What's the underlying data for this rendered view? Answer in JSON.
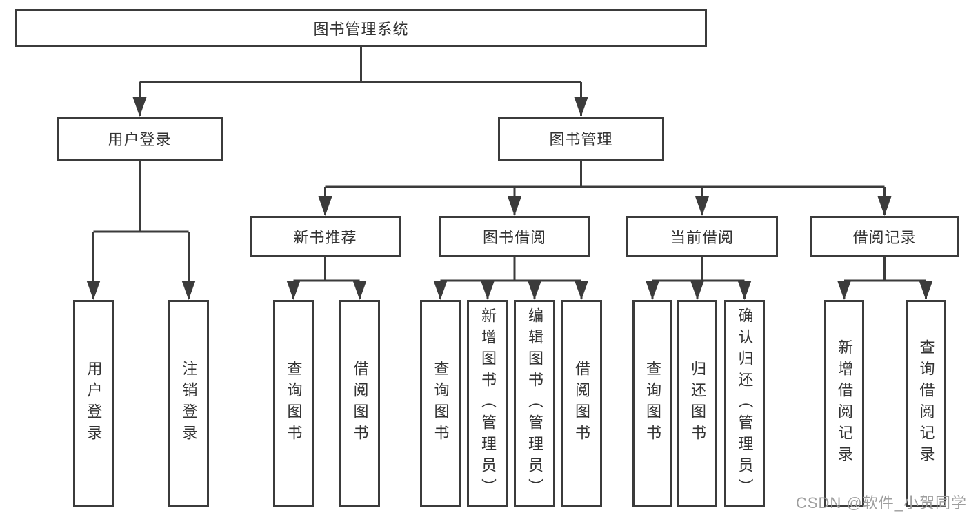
{
  "tree": {
    "label": "图书管理系统",
    "children": [
      {
        "label": "用户登录",
        "children": [
          {
            "label": "用户登录"
          },
          {
            "label": "注销登录"
          }
        ]
      },
      {
        "label": "图书管理",
        "children": [
          {
            "label": "新书推荐",
            "children": [
              {
                "label": "查询图书"
              },
              {
                "label": "借阅图书"
              }
            ]
          },
          {
            "label": "图书借阅",
            "children": [
              {
                "label": "查询图书"
              },
              {
                "label": "新增图书（管理员）"
              },
              {
                "label": "编辑图书（管理员）"
              },
              {
                "label": "借阅图书"
              }
            ]
          },
          {
            "label": "当前借阅",
            "children": [
              {
                "label": "查询图书"
              },
              {
                "label": "归还图书"
              },
              {
                "label": "确认归还（管理员）"
              }
            ]
          },
          {
            "label": "借阅记录",
            "children": [
              {
                "label": "新增借阅记录"
              },
              {
                "label": "查询借阅记录"
              }
            ]
          }
        ]
      }
    ]
  },
  "watermark": {
    "text": "CSDN @软件_小贺同学"
  },
  "colors": {
    "bg": "#ffffff",
    "line": "#3b3b3b",
    "text": "#333333",
    "watermark": "#9e9e9e"
  }
}
